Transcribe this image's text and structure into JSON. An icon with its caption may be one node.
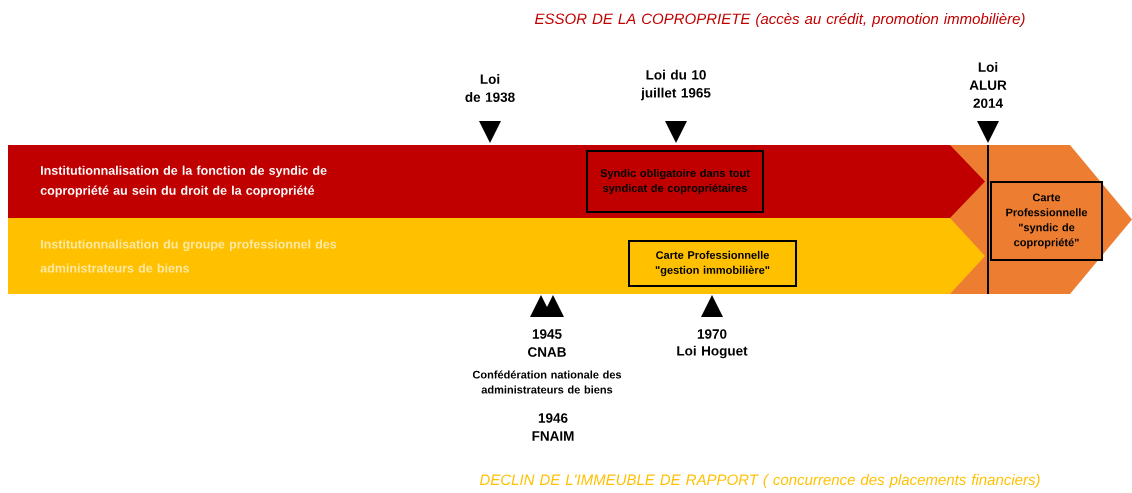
{
  "diagram": {
    "nodes": [
      {
        "text": [
          "Institutionnalisation de la fonction de syndic de copropriété  au sein du droit de la copropriété"
        ]
      },
      {
        "text": [
          "Syndic obligatoire dans tout syndicat de copropriétaires"
        ],
        "in": 0
      },
      {
        "text": [
          "Institutionnalisation du groupe professionnel des administrateurs de biens"
        ]
      },
      {
        "text": [
          "Carte Professionnelle \"gestion immobilière\""
        ],
        "in": 2
      },
      {
        "text": [],
        "shape": "arrow"
      },
      {
        "text": [
          "Carte Professionnelle \"syndic de copropriété\""
        ],
        "in": 4
      }
    ],
    "labels": [
      "ESSOR DE LA COPROPRIETE (accès au crédit, promotion immobilière)",
      "Loi",
      "de 1938",
      "Loi du 10 juillet 1965",
      "Loi ALUR 2014",
      "1945",
      "CNAB",
      "Confédération nationale des administrateurs de biens",
      "1946",
      "FNAIM",
      "1970",
      "Loi Hoguet",
      "DECLIN DE L'IMMEUBLE DE RAPPORT ( concurrence des placements financiers)"
    ]
  }
}
